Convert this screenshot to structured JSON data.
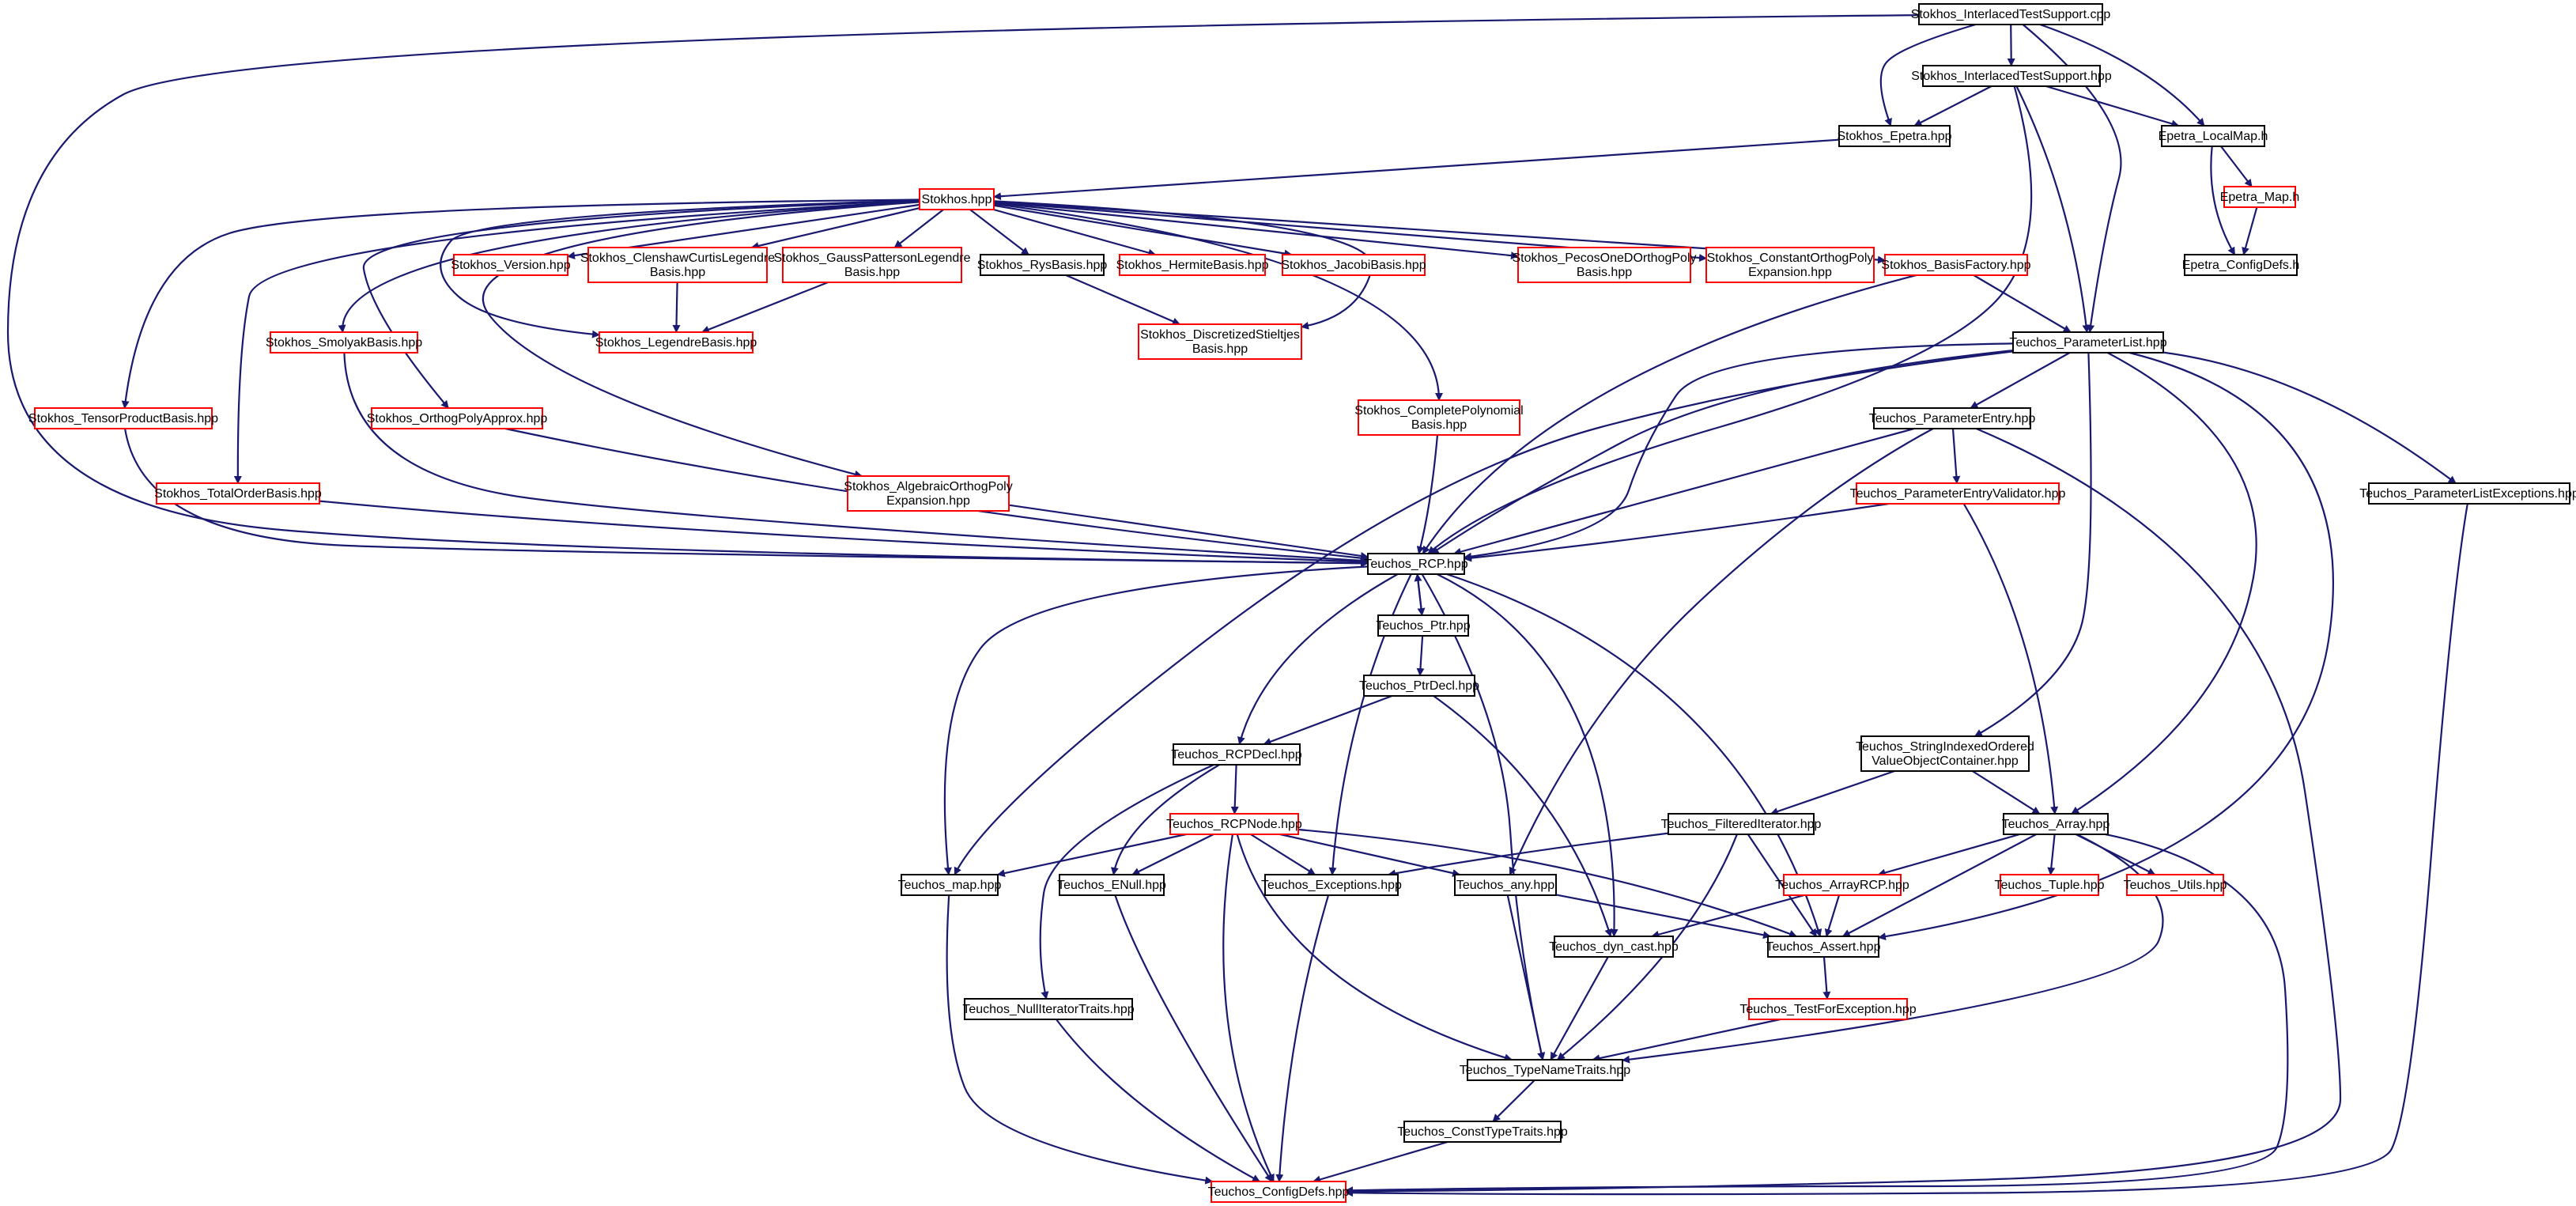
{
  "colors": {
    "edge": "#191970",
    "node_border_documented": "#000000",
    "node_border_undocumented": "#ff0000",
    "node_root_fill": "#bfbfbf",
    "background": "#ffffff"
  },
  "nodes": {
    "interlaced_cpp": {
      "lines": [
        "Stokhos_InterlacedTestSupport.cpp"
      ],
      "style": "root"
    },
    "interlaced_hpp": {
      "lines": [
        "Stokhos_InterlacedTestSupport.hpp"
      ],
      "style": "black"
    },
    "stokhos_epetra": {
      "lines": [
        "Stokhos_Epetra.hpp"
      ],
      "style": "black"
    },
    "epetra_localmap": {
      "lines": [
        "Epetra_LocalMap.h"
      ],
      "style": "black"
    },
    "epetra_map": {
      "lines": [
        "Epetra_Map.h"
      ],
      "style": "red"
    },
    "epetra_configdefs": {
      "lines": [
        "Epetra_ConfigDefs.h"
      ],
      "style": "black"
    },
    "stokhos_hpp": {
      "lines": [
        "Stokhos.hpp"
      ],
      "style": "red"
    },
    "version": {
      "lines": [
        "Stokhos_Version.hpp"
      ],
      "style": "red"
    },
    "clenshaw": {
      "lines": [
        "Stokhos_ClenshawCurtisLegendre",
        "Basis.hpp"
      ],
      "style": "red"
    },
    "gauss": {
      "lines": [
        "Stokhos_GaussPattersonLegendre",
        "Basis.hpp"
      ],
      "style": "red"
    },
    "rys": {
      "lines": [
        "Stokhos_RysBasis.hpp"
      ],
      "style": "black"
    },
    "hermite": {
      "lines": [
        "Stokhos_HermiteBasis.hpp"
      ],
      "style": "red"
    },
    "jacobi": {
      "lines": [
        "Stokhos_JacobiBasis.hpp"
      ],
      "style": "red"
    },
    "pecos": {
      "lines": [
        "Stokhos_PecosOneDOrthogPoly",
        "Basis.hpp"
      ],
      "style": "red"
    },
    "constortho": {
      "lines": [
        "Stokhos_ConstantOrthogPoly",
        "Expansion.hpp"
      ],
      "style": "red"
    },
    "basisfactory": {
      "lines": [
        "Stokhos_BasisFactory.hpp"
      ],
      "style": "red"
    },
    "smolyak": {
      "lines": [
        "Stokhos_SmolyakBasis.hpp"
      ],
      "style": "red"
    },
    "legendre": {
      "lines": [
        "Stokhos_LegendreBasis.hpp"
      ],
      "style": "red"
    },
    "discretized": {
      "lines": [
        "Stokhos_DiscretizedStieltjes",
        "Basis.hpp"
      ],
      "style": "red"
    },
    "tensorproduct": {
      "lines": [
        "Stokhos_TensorProductBasis.hpp"
      ],
      "style": "red"
    },
    "orthopolyapprox": {
      "lines": [
        "Stokhos_OrthogPolyApprox.hpp"
      ],
      "style": "red"
    },
    "completepoly": {
      "lines": [
        "Stokhos_CompletePolynomial",
        "Basis.hpp"
      ],
      "style": "red"
    },
    "totalorder": {
      "lines": [
        "Stokhos_TotalOrderBasis.hpp"
      ],
      "style": "red"
    },
    "algebraic": {
      "lines": [
        "Stokhos_AlgebraicOrthogPoly",
        "Expansion.hpp"
      ],
      "style": "red"
    },
    "paramlist": {
      "lines": [
        "Teuchos_ParameterList.hpp"
      ],
      "style": "black"
    },
    "paramentry": {
      "lines": [
        "Teuchos_ParameterEntry.hpp"
      ],
      "style": "black"
    },
    "paramentryvalidator": {
      "lines": [
        "Teuchos_ParameterEntryValidator.hpp"
      ],
      "style": "red"
    },
    "paramlistexceptions": {
      "lines": [
        "Teuchos_ParameterListExceptions.hpp"
      ],
      "style": "black"
    },
    "rcp": {
      "lines": [
        "Teuchos_RCP.hpp"
      ],
      "style": "black"
    },
    "ptr": {
      "lines": [
        "Teuchos_Ptr.hpp"
      ],
      "style": "black"
    },
    "ptrdecl": {
      "lines": [
        "Teuchos_PtrDecl.hpp"
      ],
      "style": "black"
    },
    "rcpdecl": {
      "lines": [
        "Teuchos_RCPDecl.hpp"
      ],
      "style": "black"
    },
    "stringindexed": {
      "lines": [
        "Teuchos_StringIndexedOrdered",
        "ValueObjectContainer.hpp"
      ],
      "style": "black"
    },
    "rcpnode": {
      "lines": [
        "Teuchos_RCPNode.hpp"
      ],
      "style": "red"
    },
    "filtered": {
      "lines": [
        "Teuchos_FilteredIterator.hpp"
      ],
      "style": "black"
    },
    "array": {
      "lines": [
        "Teuchos_Array.hpp"
      ],
      "style": "black"
    },
    "map": {
      "lines": [
        "Teuchos_map.hpp"
      ],
      "style": "black"
    },
    "enull": {
      "lines": [
        "Teuchos_ENull.hpp"
      ],
      "style": "black"
    },
    "exceptions": {
      "lines": [
        "Teuchos_Exceptions.hpp"
      ],
      "style": "black"
    },
    "any": {
      "lines": [
        "Teuchos_any.hpp"
      ],
      "style": "black"
    },
    "arrayrcp": {
      "lines": [
        "Teuchos_ArrayRCP.hpp"
      ],
      "style": "red"
    },
    "tuple": {
      "lines": [
        "Teuchos_Tuple.hpp"
      ],
      "style": "red"
    },
    "utils": {
      "lines": [
        "Teuchos_Utils.hpp"
      ],
      "style": "red"
    },
    "dyncast": {
      "lines": [
        "Teuchos_dyn_cast.hpp"
      ],
      "style": "black"
    },
    "assert": {
      "lines": [
        "Teuchos_Assert.hpp"
      ],
      "style": "black"
    },
    "nulliter": {
      "lines": [
        "Teuchos_NullIteratorTraits.hpp"
      ],
      "style": "black"
    },
    "testforexc": {
      "lines": [
        "Teuchos_TestForException.hpp"
      ],
      "style": "red"
    },
    "typename": {
      "lines": [
        "Teuchos_TypeNameTraits.hpp"
      ],
      "style": "black"
    },
    "consttype": {
      "lines": [
        "Teuchos_ConstTypeTraits.hpp"
      ],
      "style": "black"
    },
    "teuchosconfig": {
      "lines": [
        "Teuchos_ConfigDefs.hpp"
      ],
      "style": "red"
    }
  }
}
